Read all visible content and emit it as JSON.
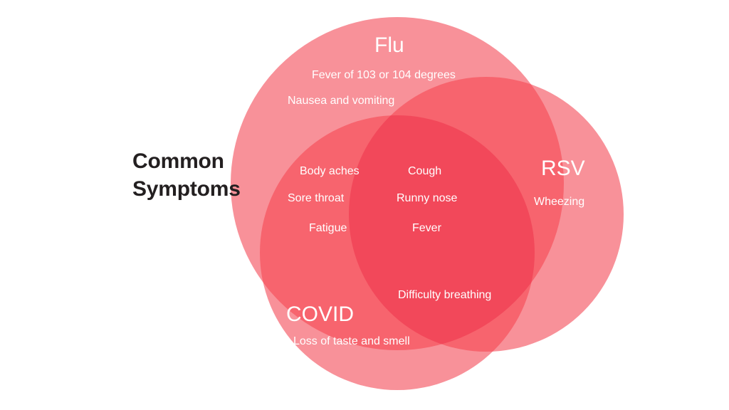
{
  "page": {
    "title": "Common Symptoms",
    "title_line_1": "Common",
    "title_line_2": "Symptoms",
    "background_color": "#FFFFFF",
    "title_color": "#231F20"
  },
  "colors": {
    "circle_fill": "#F89199",
    "overlap_two": "#F7646E",
    "overlap_three": "#F2485A",
    "label_text": "#FFFFFF"
  },
  "chart_data": {
    "type": "venn",
    "title": "Common Symptoms",
    "sets": [
      {
        "id": "flu",
        "label": "Flu",
        "color": "#F89199",
        "center": [
          558,
          258
        ],
        "radius": 234,
        "exclusive_items": [
          "Fever of 103 or 104 degrees",
          "Nausea and vomiting"
        ]
      },
      {
        "id": "rsv",
        "label": "RSV",
        "color": "#F89199",
        "center": [
          683,
          301
        ],
        "radius": 193,
        "exclusive_items": [
          "Wheezing"
        ]
      },
      {
        "id": "covid",
        "label": "COVID",
        "color": "#F89199",
        "center": [
          558,
          355
        ],
        "radius": 193,
        "exclusive_items": [
          "Loss of taste and smell"
        ]
      }
    ],
    "intersections": [
      {
        "id": "flu-covid",
        "sets": [
          "flu",
          "covid"
        ],
        "items": [
          "Body aches",
          "Sore throat",
          "Fatigue"
        ]
      },
      {
        "id": "flu-covid-rsv",
        "sets": [
          "flu",
          "covid",
          "rsv"
        ],
        "items": [
          "Cough",
          "Runny nose",
          "Fever"
        ]
      },
      {
        "id": "covid-rsv",
        "sets": [
          "covid",
          "rsv"
        ],
        "items": [
          "Difficulty breathing"
        ]
      }
    ]
  }
}
